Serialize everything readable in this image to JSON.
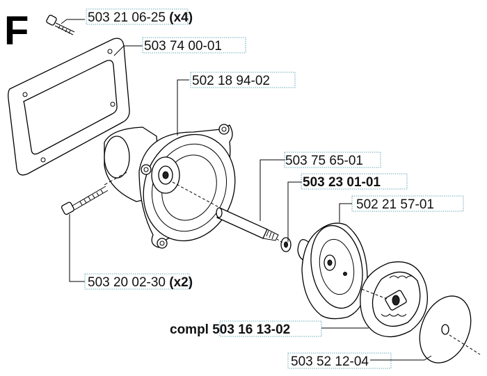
{
  "section_letter": "F",
  "parts": [
    {
      "code": "503 21 06-25",
      "qty": "(x4)"
    },
    {
      "code": "503 74 00-01"
    },
    {
      "code": "502 18 94-02"
    },
    {
      "code": "503 75 65-01"
    },
    {
      "code": "503 23 01-01"
    },
    {
      "code": "502 21 57-01"
    },
    {
      "code": "503 20 02-30",
      "qty": "(x2)"
    },
    {
      "prefix": "compl",
      "code": "503 16 13-02"
    },
    {
      "code": "503 52 12-04"
    }
  ]
}
